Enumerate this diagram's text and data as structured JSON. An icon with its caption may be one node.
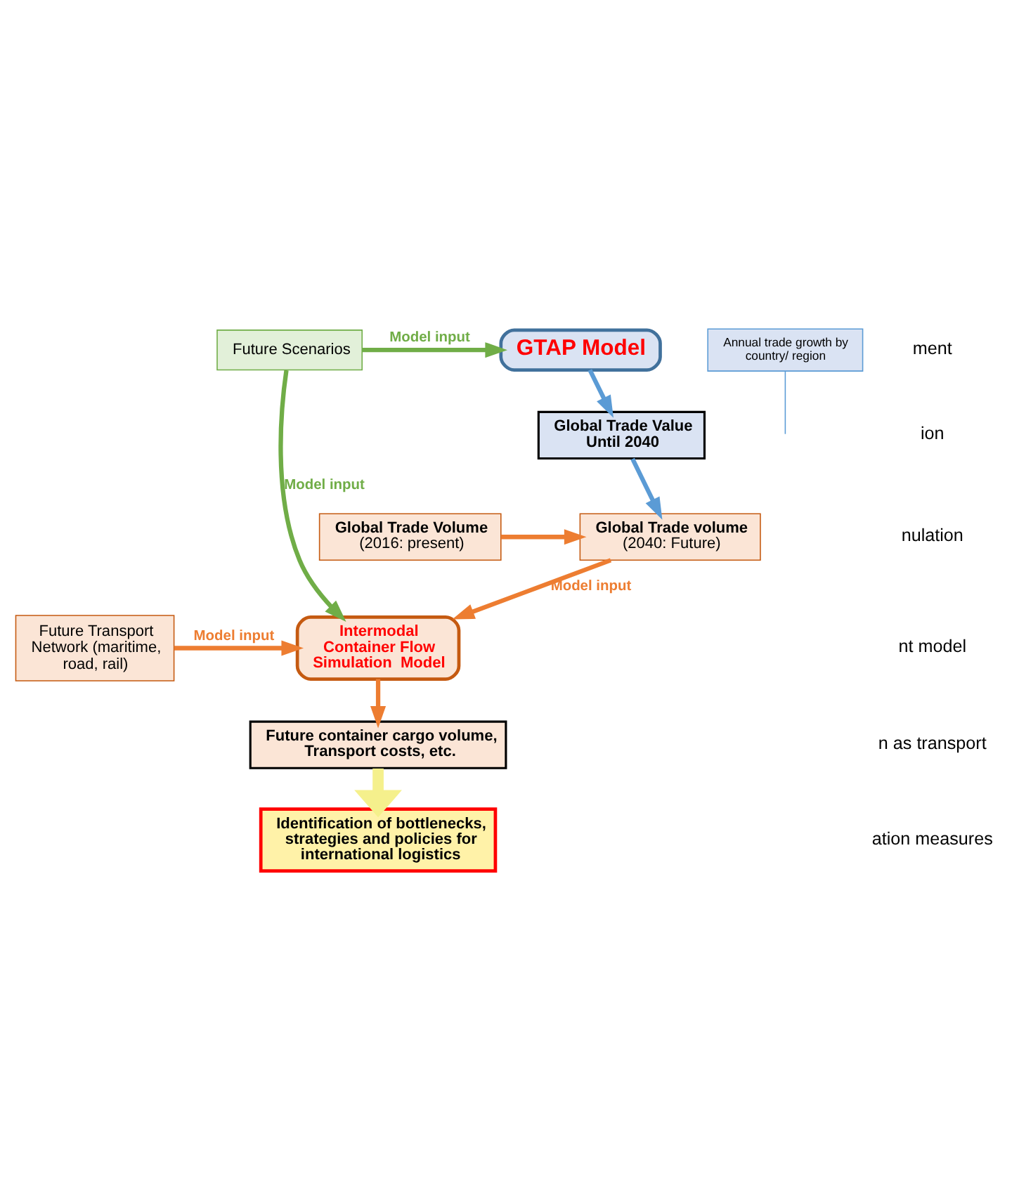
{
  "diagram": {
    "nodes": [
      {
        "text": [
          "GTAP Model"
        ]
      },
      {
        "text": [
          "Future Scenarios"
        ]
      },
      {
        "text": [
          "Global Trade Value Until 2040"
        ]
      },
      {
        "text": [
          "Annual trade growth by country/ region"
        ]
      },
      {
        "text": [
          "Global Trade Volume",
          "(2016: present)"
        ]
      },
      {
        "text": [
          "Global Trade volume",
          "(2040: Future)"
        ]
      },
      {
        "text": [
          "Future Transport Network (maritime, road, rail)"
        ]
      },
      {
        "text": [
          "Intermodal Container Flow Simulation  Model"
        ]
      },
      {
        "text": [
          "Future container cargo volume, Transport costs, etc."
        ]
      },
      {
        "text": [
          "Identification of bottlenecks, strategies and policies for international logistics"
        ]
      }
    ],
    "edges": [
      {
        "from": 1,
        "to": 0,
        "arrow": "to",
        "color": "#70ad47",
        "label": "Model input"
      },
      {
        "from": 0,
        "to": 2,
        "arrow": "to",
        "color": "#5b9bd5"
      },
      {
        "from": 2,
        "to": 5,
        "arrow": "to",
        "color": "#5b9bd5"
      },
      {
        "from": 3,
        "to": null,
        "arrow": "none",
        "color": "#5b9bd5"
      },
      {
        "from": 4,
        "to": 5,
        "arrow": "to",
        "color": "#ed7d31"
      },
      {
        "from": 5,
        "to": 7,
        "arrow": "to",
        "color": "#ed7d31",
        "label": "Model input"
      },
      {
        "from": 6,
        "to": 7,
        "arrow": "to",
        "color": "#ed7d31",
        "label": "Model input"
      },
      {
        "from": 1,
        "to": 7,
        "arrow": "to",
        "color": "#70ad47",
        "label": "Model input"
      },
      {
        "from": 7,
        "to": 8,
        "arrow": "to",
        "color": "#ed7d31"
      },
      {
        "from": 8,
        "to": 9,
        "arrow": "to",
        "style": "thick",
        "color": "#f5f08c"
      }
    ],
    "labels": [
      "ment",
      "ion",
      "nulation",
      "nt model",
      "n as transport",
      "ation measures"
    ]
  }
}
